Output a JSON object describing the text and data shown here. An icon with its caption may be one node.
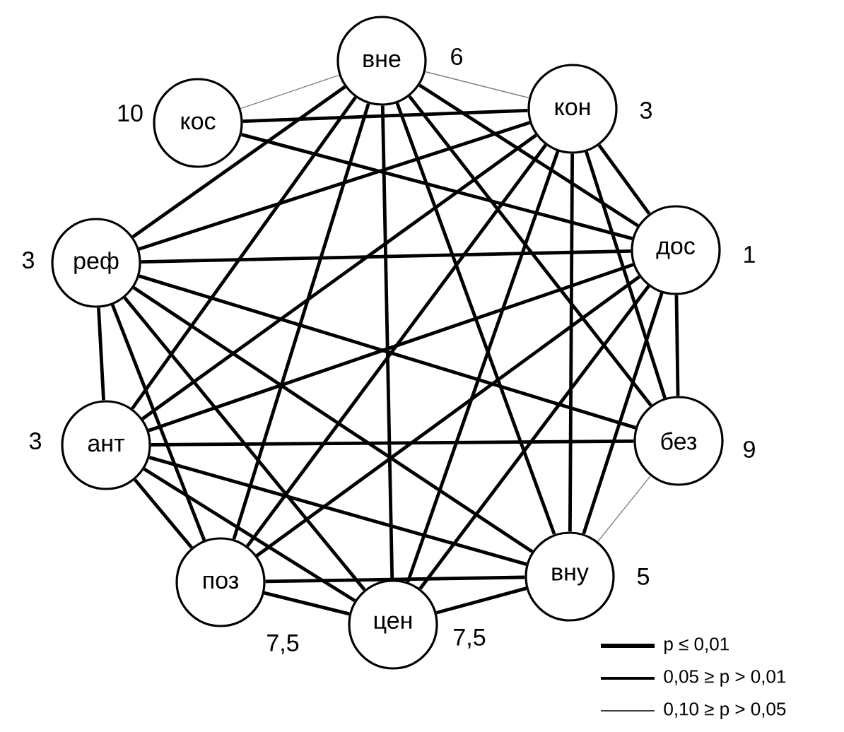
{
  "diagram": {
    "nodes": [
      {
        "text": [
          "вне"
        ],
        "beside": [
          "6"
        ]
      },
      {
        "text": [
          "кос"
        ],
        "beside": [
          "10"
        ]
      },
      {
        "text": [
          "кон"
        ],
        "beside": [
          "3"
        ]
      },
      {
        "text": [
          "реф"
        ],
        "beside": [
          "3"
        ]
      },
      {
        "text": [
          "дос"
        ],
        "beside": [
          "1"
        ]
      },
      {
        "text": [
          "ант"
        ],
        "beside": [
          "3"
        ]
      },
      {
        "text": [
          "без"
        ],
        "beside": [
          "9"
        ]
      },
      {
        "text": [
          "вну"
        ],
        "beside": [
          "5"
        ]
      },
      {
        "text": [
          "поз"
        ],
        "beside": [
          "7,5"
        ]
      },
      {
        "text": [
          "цен"
        ],
        "beside": [
          "7,5"
        ]
      }
    ],
    "edges": [
      {
        "from": 1,
        "to": 0,
        "arrow": "none",
        "color": "#808080"
      },
      {
        "from": 0,
        "to": 2,
        "arrow": "none",
        "color": "#808080"
      },
      {
        "from": 1,
        "to": 2,
        "arrow": "none"
      },
      {
        "from": 1,
        "to": 4,
        "arrow": "none"
      },
      {
        "from": 0,
        "to": 3,
        "arrow": "none"
      },
      {
        "from": 0,
        "to": 5,
        "arrow": "none"
      },
      {
        "from": 0,
        "to": 8,
        "arrow": "none"
      },
      {
        "from": 0,
        "to": 9,
        "arrow": "none"
      },
      {
        "from": 0,
        "to": 7,
        "arrow": "none"
      },
      {
        "from": 0,
        "to": 6,
        "arrow": "none"
      },
      {
        "from": 0,
        "to": 4,
        "arrow": "none"
      },
      {
        "from": 2,
        "to": 3,
        "arrow": "none"
      },
      {
        "from": 2,
        "to": 5,
        "arrow": "none"
      },
      {
        "from": 2,
        "to": 8,
        "arrow": "none"
      },
      {
        "from": 2,
        "to": 9,
        "arrow": "none"
      },
      {
        "from": 2,
        "to": 7,
        "arrow": "none"
      },
      {
        "from": 2,
        "to": 6,
        "arrow": "none"
      },
      {
        "from": 2,
        "to": 4,
        "arrow": "none"
      },
      {
        "from": 4,
        "to": 3,
        "arrow": "none"
      },
      {
        "from": 4,
        "to": 5,
        "arrow": "none"
      },
      {
        "from": 4,
        "to": 8,
        "arrow": "none"
      },
      {
        "from": 4,
        "to": 9,
        "arrow": "none"
      },
      {
        "from": 4,
        "to": 7,
        "arrow": "none"
      },
      {
        "from": 4,
        "to": 6,
        "arrow": "none"
      },
      {
        "from": 6,
        "to": 3,
        "arrow": "none"
      },
      {
        "from": 6,
        "to": 5,
        "arrow": "none"
      },
      {
        "from": 6,
        "to": 7,
        "arrow": "none",
        "color": "#808080"
      },
      {
        "from": 7,
        "to": 3,
        "arrow": "none"
      },
      {
        "from": 7,
        "to": 5,
        "arrow": "none"
      },
      {
        "from": 7,
        "to": 8,
        "arrow": "none"
      },
      {
        "from": 7,
        "to": 9,
        "arrow": "none"
      },
      {
        "from": 9,
        "to": 3,
        "arrow": "none"
      },
      {
        "from": 9,
        "to": 5,
        "arrow": "none"
      },
      {
        "from": 9,
        "to": 8,
        "arrow": "none"
      },
      {
        "from": 8,
        "to": 3,
        "arrow": "none"
      },
      {
        "from": 8,
        "to": 5,
        "arrow": "none"
      },
      {
        "from": 5,
        "to": 3,
        "arrow": "none"
      }
    ],
    "legend": [
      {
        "text": "p ≤ 0,01"
      },
      {
        "text": "0,05 ≥ p > 0,01"
      },
      {
        "text": "0,10 ≥ p > 0,05"
      }
    ]
  }
}
